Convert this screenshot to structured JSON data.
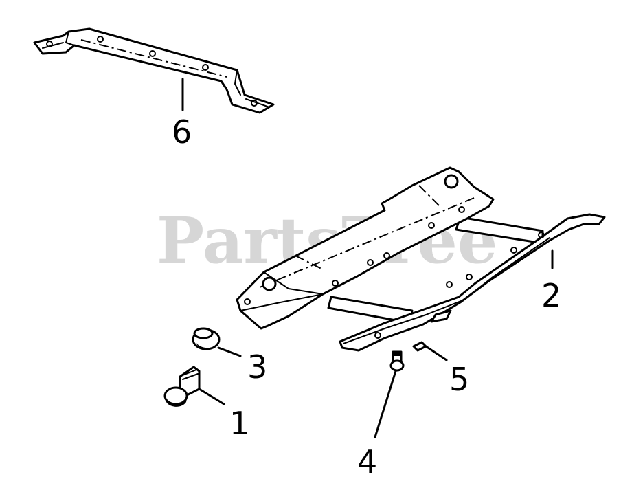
{
  "watermark": "PartsTree",
  "callouts": {
    "p1": "1",
    "p2": "2",
    "p3": "3",
    "p4": "4",
    "p5": "5",
    "p6": "6"
  },
  "colors": {
    "ink": "#000000",
    "background": "#ffffff",
    "watermark": "#d6d6d6"
  }
}
